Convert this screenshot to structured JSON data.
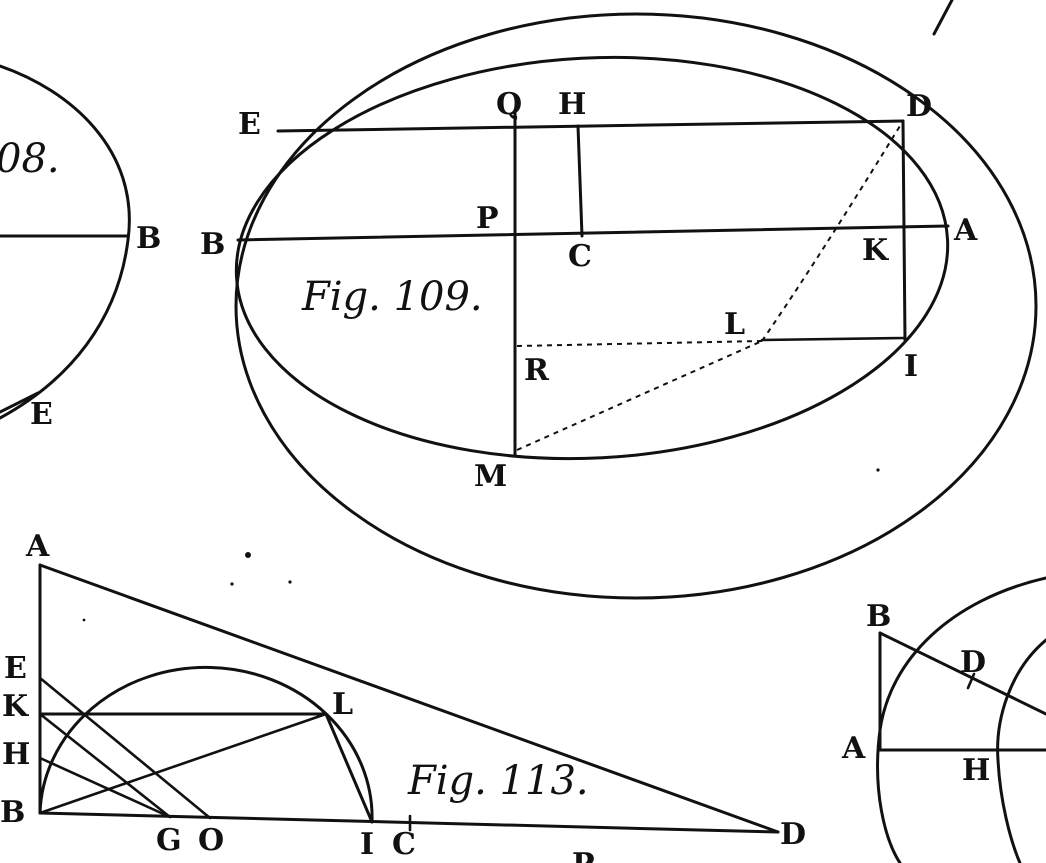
{
  "figures": {
    "fig108": {
      "caption": "08.",
      "labels": {
        "B": "B",
        "E": "E"
      }
    },
    "fig109": {
      "caption": "Fig. 109.",
      "labels": {
        "E": "E",
        "Q": "Q",
        "H": "H",
        "D": "D",
        "B": "B",
        "P": "P",
        "C": "C",
        "K": "K",
        "A": "A",
        "L": "L",
        "R": "R",
        "I": "I",
        "M": "M"
      }
    },
    "fig113": {
      "caption": "Fig. 113.",
      "labels": {
        "A": "A",
        "E": "E",
        "K": "K",
        "L": "L",
        "H": "H",
        "B": "B",
        "G": "G",
        "O": "O",
        "I": "I",
        "C": "C",
        "D": "D",
        "P": "P"
      }
    },
    "fig_right": {
      "labels": {
        "B": "B",
        "D": "D",
        "A": "A",
        "H": "H"
      }
    }
  },
  "colors": {
    "ink": "#111111",
    "paper": "#ffffff"
  }
}
